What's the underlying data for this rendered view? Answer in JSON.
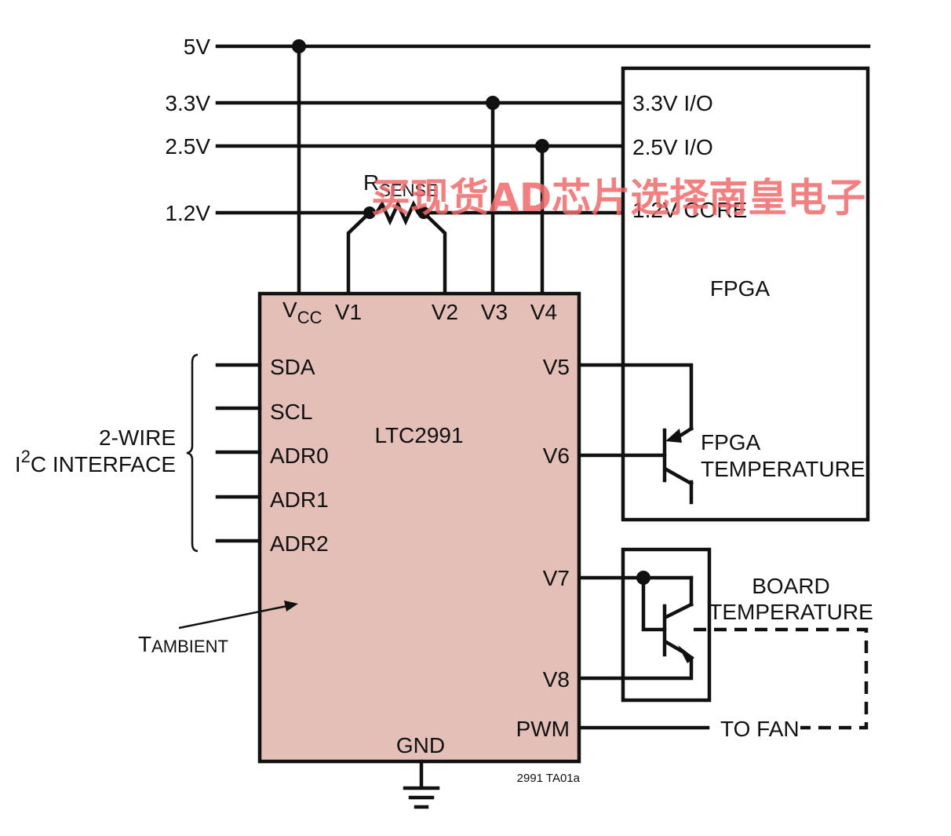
{
  "rails": {
    "v5": "5V",
    "v33": "3.3V",
    "v25": "2.5V",
    "v12": "1.2V"
  },
  "rsense": {
    "main": "R",
    "sub": "SENSE"
  },
  "chip": {
    "name": "LTC2991",
    "pins_top": {
      "vcc_main": "V",
      "vcc_sub": "CC",
      "v1": "V1",
      "v2": "V2",
      "v3": "V3",
      "v4": "V4"
    },
    "pins_left": [
      "SDA",
      "SCL",
      "ADR0",
      "ADR1",
      "ADR2"
    ],
    "pins_right": {
      "v5": "V5",
      "v6": "V6",
      "v7": "V7",
      "v8": "V8",
      "pwm": "PWM"
    },
    "gnd": "GND"
  },
  "fpga": {
    "io33": "3.3V I/O",
    "io25": "2.5V I/O",
    "core": "1.2V CORE",
    "title": "FPGA",
    "temp_line1": "FPGA",
    "temp_line2": "TEMPERATURE"
  },
  "board": {
    "line1": "BOARD",
    "line2": "TEMPERATURE"
  },
  "fan": "TO FAN",
  "interface": {
    "line1": "2-WIRE",
    "line2_prefix": "I",
    "line2_sup": "2",
    "line2_rest": "C INTERFACE"
  },
  "tambient": {
    "main": "T",
    "sub": "AMBIENT"
  },
  "figure_code": "2991 TA01a",
  "watermark": "买现货AD芯片选择南皇电子",
  "colors": {
    "chip_fill": "#e3bfb8",
    "line": "#111111",
    "watermark": "#f06a6a"
  }
}
